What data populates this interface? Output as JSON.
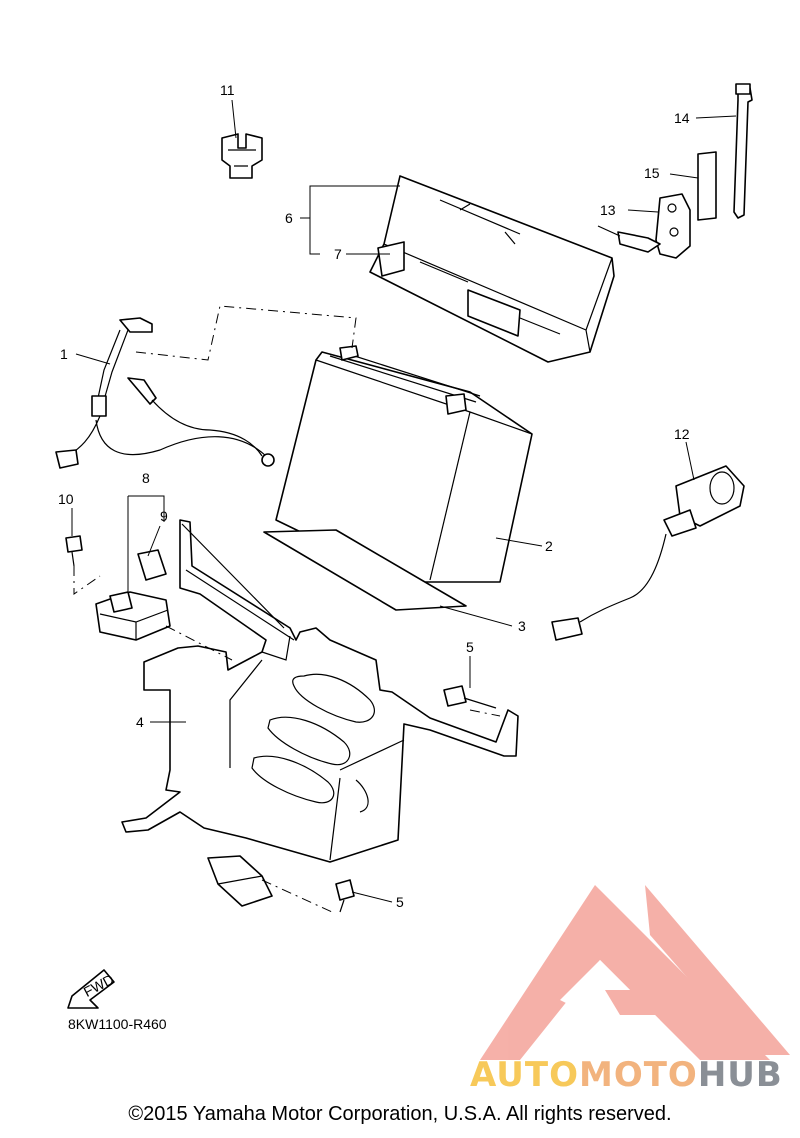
{
  "callouts": {
    "c1": "1",
    "c2": "2",
    "c3": "3",
    "c4": "4",
    "c5a": "5",
    "c5b": "5",
    "c6": "6",
    "c7": "7",
    "c8": "8",
    "c9": "9",
    "c10": "10",
    "c11": "11",
    "c12": "12",
    "c13": "13",
    "c14": "14",
    "c15": "15"
  },
  "fwd_label": "FWD",
  "diagram_code": "8KW1100-R460",
  "copyright": "©2015 Yamaha Motor Corporation, U.S.A. All rights reserved.",
  "watermark": {
    "part1": "AUTO",
    "part2": "MOTO",
    "part3": "HUB",
    "colors": {
      "logo": "#f4a39a",
      "auto": "#f7c95a",
      "moto": "#f2b37e",
      "hub": "#8a8f96"
    }
  }
}
